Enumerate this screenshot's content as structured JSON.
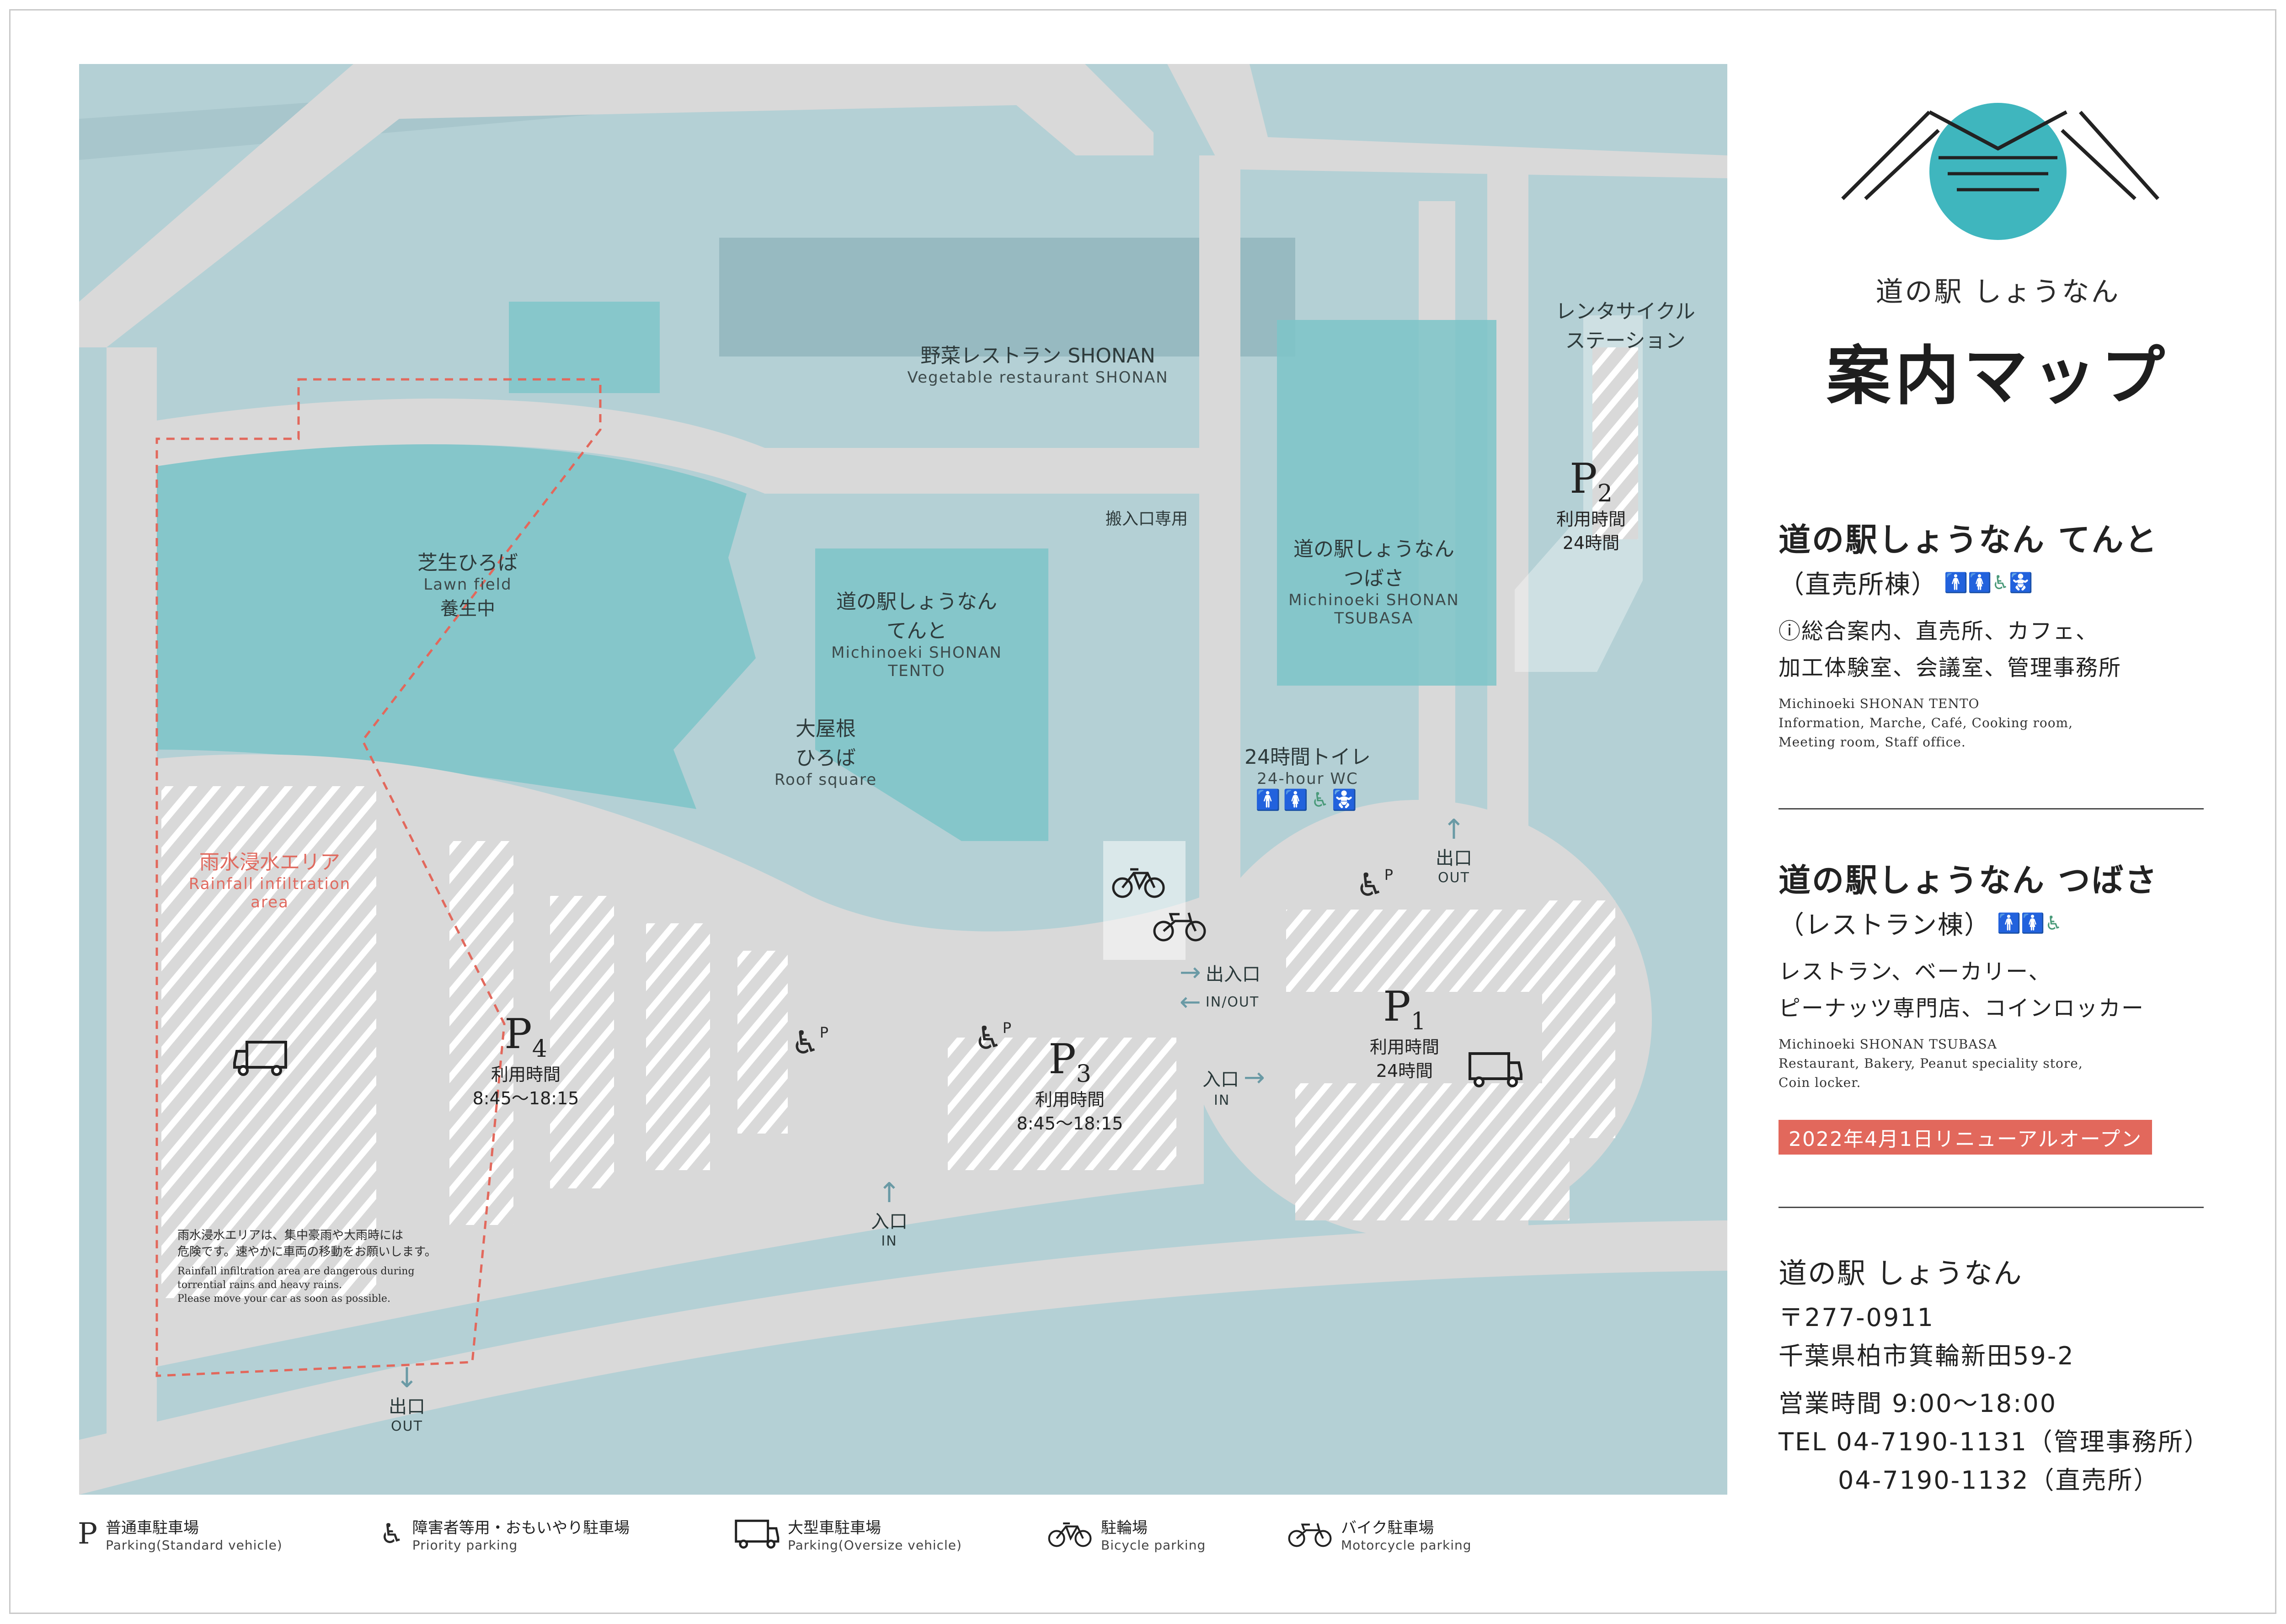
{
  "map": {
    "vegetable_restaurant": {
      "jp": "野菜レストラン SHONAN",
      "en": "Vegetable restaurant SHONAN"
    },
    "service_entrance": "搬入口専用",
    "lawn": {
      "jp": "芝生ひろば",
      "en": "Lawn field",
      "note": "養生中"
    },
    "tento": {
      "jp1": "道の駅しょうなん",
      "jp2": "てんと",
      "en1": "Michinoeki SHONAN",
      "en2": "TENTO"
    },
    "tsubasa": {
      "jp1": "道の駅しょうなん",
      "jp2": "つばさ",
      "en1": "Michinoeki SHONAN",
      "en2": "TSUBASA"
    },
    "roof_square": {
      "jp1": "大屋根",
      "jp2": "ひろば",
      "en": "Roof square"
    },
    "toilet": {
      "jp": "24時間トイレ",
      "en": "24-hour WC"
    },
    "rental_cycle": {
      "jp1": "レンタサイクル",
      "jp2": "ステーション"
    },
    "rain_area": {
      "jp": "雨水浸水エリア",
      "en1": "Rainfall infiltration",
      "en2": "area"
    },
    "rain_note": {
      "jp1": "雨水浸水エリアは、集中豪雨や大雨時には",
      "jp2": "危険です。速やかに車両の移動をお願いします。",
      "en1": "Rainfall infiltration area are dangerous during",
      "en2": "torrential rains and heavy rains.",
      "en3": "Please move your car as soon as possible."
    },
    "p1": {
      "label": "P",
      "num": "1",
      "hours_label": "利用時間",
      "hours": "24時間"
    },
    "p2": {
      "label": "P",
      "num": "2",
      "hours_label": "利用時間",
      "hours": "24時間"
    },
    "p3": {
      "label": "P",
      "num": "3",
      "hours_label": "利用時間",
      "hours": "8:45～18:15"
    },
    "p4": {
      "label": "P",
      "num": "4",
      "hours_label": "利用時間",
      "hours": "8:45～18:15"
    },
    "exit_top": {
      "jp": "出口",
      "en": "OUT"
    },
    "exit_bottom": {
      "jp": "出口",
      "en": "OUT"
    },
    "inout": {
      "jp": "出入口",
      "en": "IN/OUT"
    },
    "entrance_right": {
      "jp": "入口",
      "en": "IN"
    },
    "entrance_bottom": {
      "jp": "入口",
      "en": "IN"
    },
    "priority_p": "P"
  },
  "panel": {
    "brand": "道の駅 しょうなん",
    "title": "案内マップ",
    "tento": {
      "heading": "道の駅しょうなん てんと",
      "sub": "（直売所棟）",
      "line1": "ⓘ総合案内、直売所、カフェ、",
      "line2": "加工体験室、会議室、管理事務所",
      "en1": "Michinoeki SHONAN TENTO",
      "en2": "Information, Marche, Café, Cooking room,",
      "en3": "Meeting room, Staff office."
    },
    "tsubasa": {
      "heading": "道の駅しょうなん つばさ",
      "sub": "（レストラン棟）",
      "line1": "レストラン、ベーカリー、",
      "line2": "ピーナッツ専門店、コインロッカー",
      "en1": "Michinoeki SHONAN TSUBASA",
      "en2": "Restaurant, Bakery, Peanut speciality store,",
      "en3": "Coin locker."
    },
    "badge": "2022年4月1日リニューアルオープン",
    "address": {
      "name": "道の駅 しょうなん",
      "postal": "〒277-0911",
      "street": "千葉県柏市箕輪新田59-2",
      "hours": "営業時間 9:00～18:00",
      "tel1": "TEL 04-7190-1131（管理事務所）",
      "tel2": "04-7190-1132（直売所）"
    }
  },
  "legend": [
    {
      "icon": "parking-icon",
      "glyph": "P",
      "jp": "普通車駐車場",
      "en": "Parking(Standard vehicle)"
    },
    {
      "icon": "priority-parking-icon",
      "glyph": "♿",
      "jp": "障害者等用・おもいやり駐車場",
      "en": "Priority parking"
    },
    {
      "icon": "truck-icon",
      "glyph": "",
      "jp": "大型車駐車場",
      "en": "Parking(Oversize vehicle)"
    },
    {
      "icon": "bicycle-icon",
      "glyph": "",
      "jp": "駐輪場",
      "en": "Bicycle parking"
    },
    {
      "icon": "motorcycle-icon",
      "glyph": "",
      "jp": "バイク駐車場",
      "en": "Motorcycle parking"
    }
  ],
  "colors": {
    "water": "#b4d0d5",
    "road": "#d9d9d9",
    "channel": "#7fa7b0",
    "green": "#7cc4c8",
    "accent_red": "#e2685c"
  }
}
